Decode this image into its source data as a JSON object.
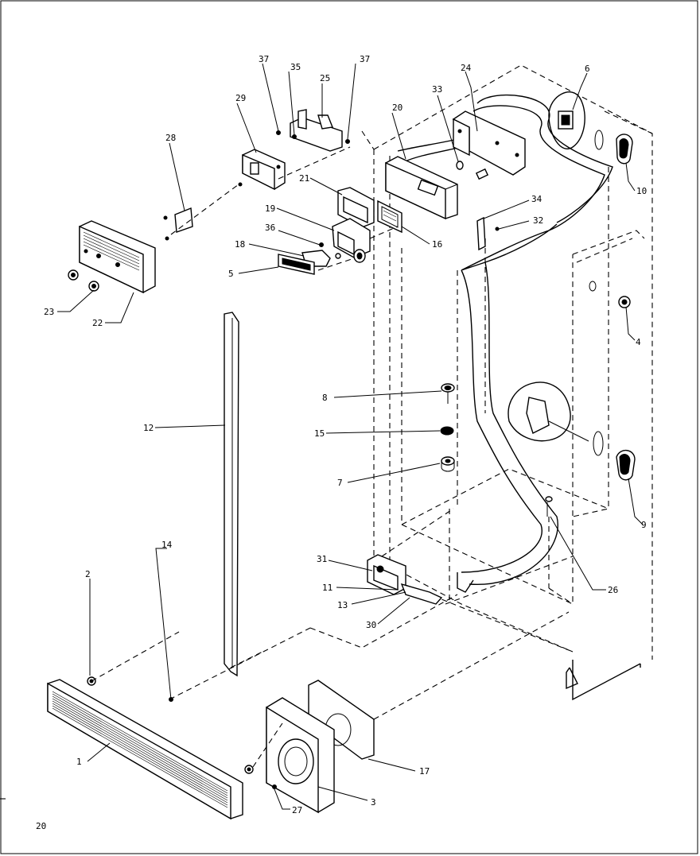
{
  "page_number": "20",
  "callouts": [
    "1",
    "2",
    "3",
    "4",
    "5",
    "6",
    "7",
    "8",
    "9",
    "10",
    "11",
    "12",
    "13",
    "14",
    "15",
    "16",
    "17",
    "18",
    "19",
    "20",
    "21",
    "22",
    "23",
    "24",
    "25",
    "26",
    "27",
    "28",
    "29",
    "30",
    "31",
    "32",
    "33",
    "34",
    "35",
    "36",
    "37",
    "37"
  ]
}
